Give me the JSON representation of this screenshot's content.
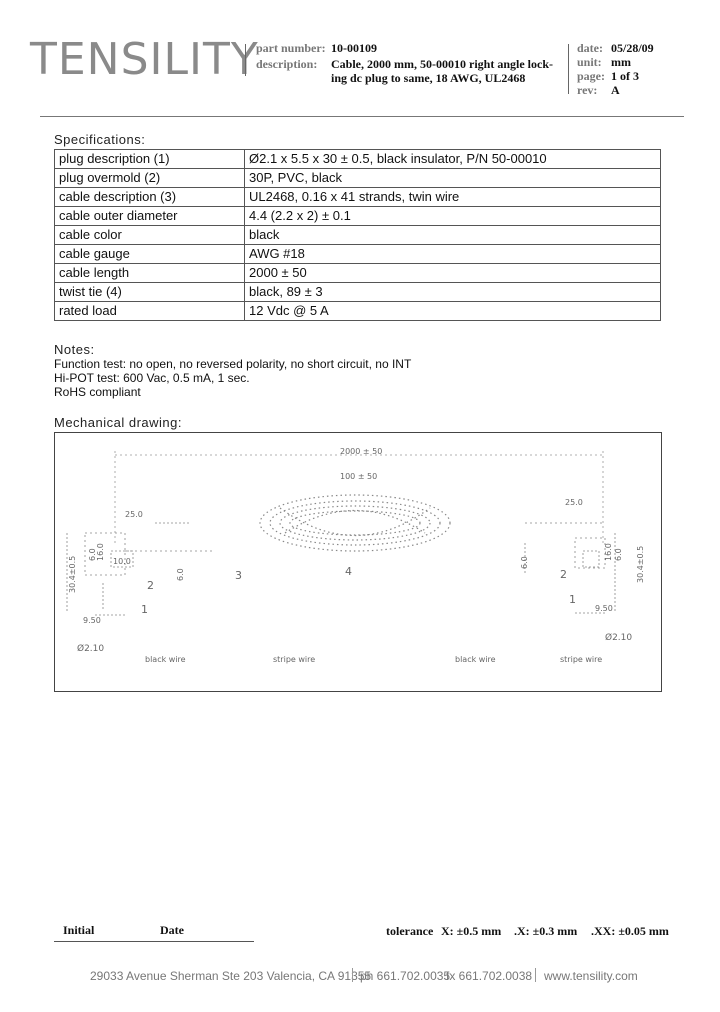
{
  "header": {
    "logo": "TENSILITY",
    "part_number_label": "part number:",
    "part_number": "10-00109",
    "description_label": "description:",
    "description_line1": "Cable, 2000 mm, 50-00010 right angle lock-",
    "description_line2": "ing dc plug to same, 18 AWG, UL2468",
    "date_label": "date:",
    "date": "05/28/09",
    "unit_label": "unit:",
    "unit": "mm",
    "page_label": "page:",
    "page": "1 of 3",
    "rev_label": "rev:",
    "rev": "A"
  },
  "specifications": {
    "title": "Specifications:",
    "rows": [
      {
        "key": "plug description (1)",
        "value": "Ø2.1 x 5.5 x 30 ± 0.5,  black insulator, P/N 50-00010"
      },
      {
        "key": "plug overmold (2)",
        "value": "30P, PVC, black"
      },
      {
        "key": "cable description (3)",
        "value": "UL2468, 0.16 x 41 strands, twin wire"
      },
      {
        "key": "cable outer diameter",
        "value": "4.4 (2.2 x 2) ± 0.1"
      },
      {
        "key": "cable color",
        "value": "black"
      },
      {
        "key": "cable gauge",
        "value": "AWG #18"
      },
      {
        "key": "cable length",
        "value": "2000 ± 50"
      },
      {
        "key": "twist tie (4)",
        "value": "black, 89 ± 3"
      },
      {
        "key": "rated load",
        "value": "12 Vdc @ 5 A"
      }
    ]
  },
  "notes": {
    "title": "Notes:",
    "lines": [
      "Function test:  no open, no reversed polarity, no short circuit, no INT",
      "Hi-POT test:  600 Vac, 0.5 mA, 1 sec.",
      "RoHS compliant"
    ]
  },
  "drawing": {
    "title": "Mechanical drawing:",
    "length_dim": "2000 ± 50",
    "tie_dim": "100 ± 50",
    "left": {
      "dim_25": "25.0",
      "dim_10": "10.0",
      "dim_6a": "6.0",
      "dim_6b": "6.0",
      "dim_16": "16.0",
      "dim_len": "30.4±0.5",
      "dim_9": "9.50",
      "dia": "Ø2.10",
      "label_1": "1",
      "label_2": "2",
      "label_3": "3",
      "black_wire": "black wire",
      "stripe_wire": "stripe wire"
    },
    "center": {
      "label_4": "4"
    },
    "right": {
      "dim_25": "25.0",
      "dim_6a": "6.0",
      "dim_6b": "6.0",
      "dim_16": "16.0",
      "dim_len": "30.4±0.5",
      "dim_9": "9.50",
      "dia": "Ø2.10",
      "label_1": "1",
      "label_2": "2",
      "black_wire": "black wire",
      "stripe_wire": "stripe wire"
    }
  },
  "footer": {
    "initial_label": "Initial",
    "date_label": "Date",
    "tolerance_label": "tolerance",
    "tol_x": "X:  ±0.5 mm",
    "tol_xx": ".X:  ±0.3 mm",
    "tol_xxx": ".XX:  ±0.05 mm",
    "address": "29033 Avenue Sherman Ste 203  Valencia, CA 91355",
    "phone": "ph 661.702.0035",
    "fax": "fx 661.702.0038",
    "web": "www.tensility.com"
  }
}
